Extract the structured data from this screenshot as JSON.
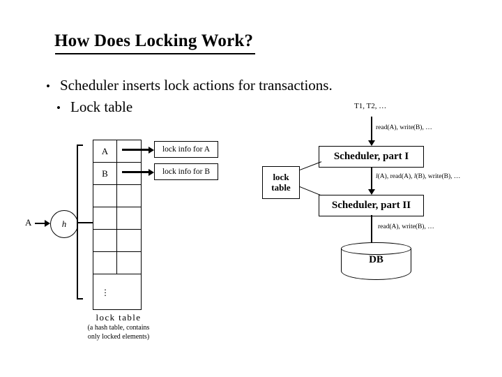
{
  "slide": {
    "title": "How Does Locking Work?",
    "bullets": [
      {
        "marker": "•",
        "text": "Scheduler inserts lock actions for transactions."
      },
      {
        "marker": "•",
        "text": "Lock table"
      }
    ]
  },
  "lock_table": {
    "caption_main": "lock table",
    "caption_sub_line1": "(a hash table, contains",
    "caption_sub_line2": "only locked elements)",
    "hash_input_label": "A",
    "hash_function_label": "h",
    "ellipsis": "⋮",
    "rows": [
      {
        "key": "A",
        "info": "lock info for A"
      },
      {
        "key": "B",
        "info": "lock info for B"
      },
      {
        "key": "",
        "info": ""
      },
      {
        "key": "",
        "info": ""
      },
      {
        "key": "",
        "info": ""
      },
      {
        "key": "",
        "info": ""
      },
      {
        "key": "",
        "info": ""
      }
    ]
  },
  "flow": {
    "transactions_label": "T1, T2, …",
    "arrow1_label": "read(A), write(B), …",
    "scheduler_part1": "Scheduler, part I",
    "arrow2_label_parts": [
      "l",
      "(A), read(A), ",
      "l",
      "(B), write(B), …"
    ],
    "arrow2_label": "l(A), read(A), l(B), write(B), …",
    "scheduler_part2": "Scheduler, part II",
    "arrow3_label": "read(A), write(B), …",
    "database_label": "DB",
    "lock_table_box_line1": "lock",
    "lock_table_box_line2": "table"
  },
  "colors": {
    "background": "#ffffff",
    "foreground": "#000000"
  }
}
